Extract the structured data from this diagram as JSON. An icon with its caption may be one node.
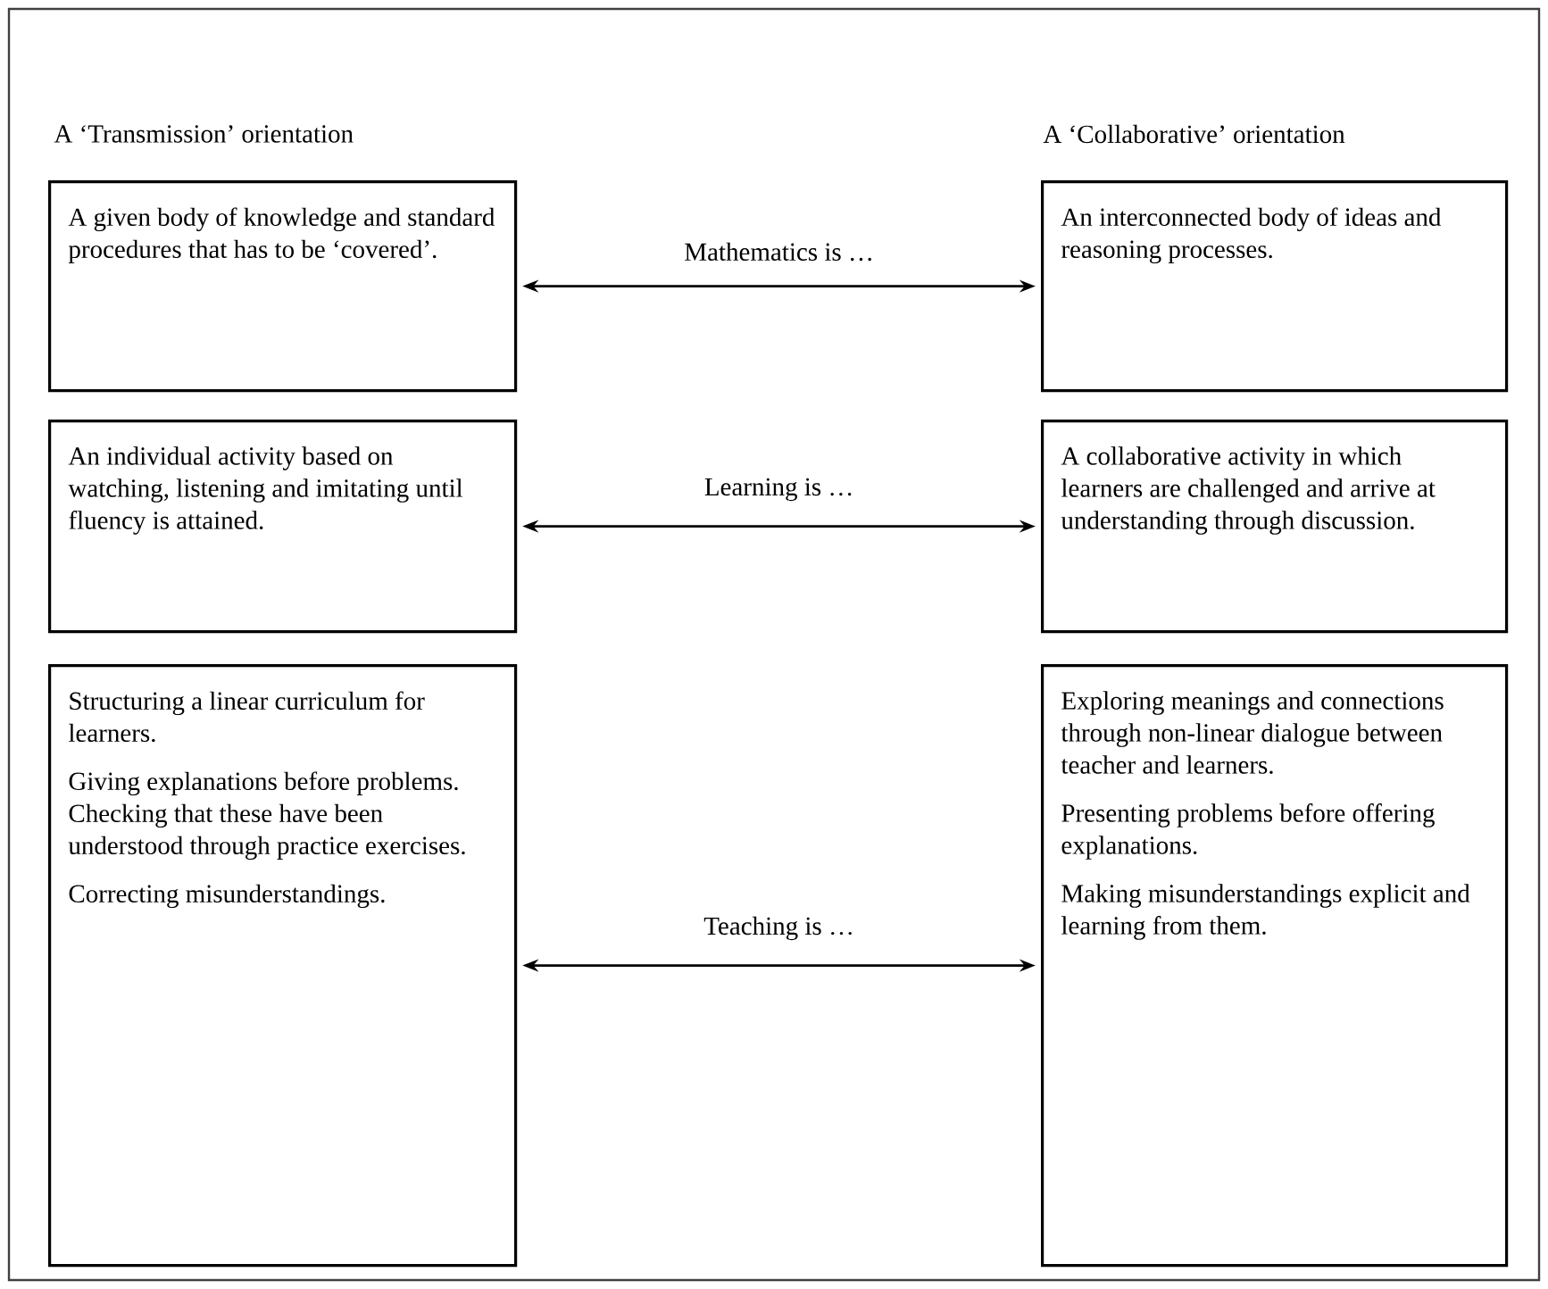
{
  "diagram": {
    "nodes": [
      {
        "text": [
          "A given body of knowledge and standard procedures that has to be ‘covered’."
        ]
      },
      {
        "text": [
          "An interconnected body of ideas and reasoning processes."
        ]
      },
      {
        "text": [
          "An individual activity based on watching, listening and imitating until fluency is attained."
        ]
      },
      {
        "text": [
          "A collaborative activity in which learners are challenged and arrive at understanding through discussion."
        ]
      },
      {
        "text": [
          "Structuring a linear curriculum for learners.",
          "Giving explanations before problems. Checking that these have been understood through practice exercises.",
          "Correcting misunderstandings."
        ]
      },
      {
        "text": [
          "Exploring meanings and connections through non-linear dialogue between teacher and learners.",
          "Presenting problems before offering explanations.",
          "Making misunderstandings explicit and learning from them."
        ]
      }
    ],
    "edges": [
      {
        "from": 0,
        "to": 1,
        "arrow": "both",
        "label": "Mathematics is …"
      },
      {
        "from": 2,
        "to": 3,
        "arrow": "both",
        "label": "Learning is …"
      },
      {
        "from": 4,
        "to": 5,
        "arrow": "both",
        "label": "Teaching is …"
      }
    ],
    "labels": [
      "A ‘Transmission’ orientation",
      "A ‘Collaborative’ orientation"
    ]
  }
}
